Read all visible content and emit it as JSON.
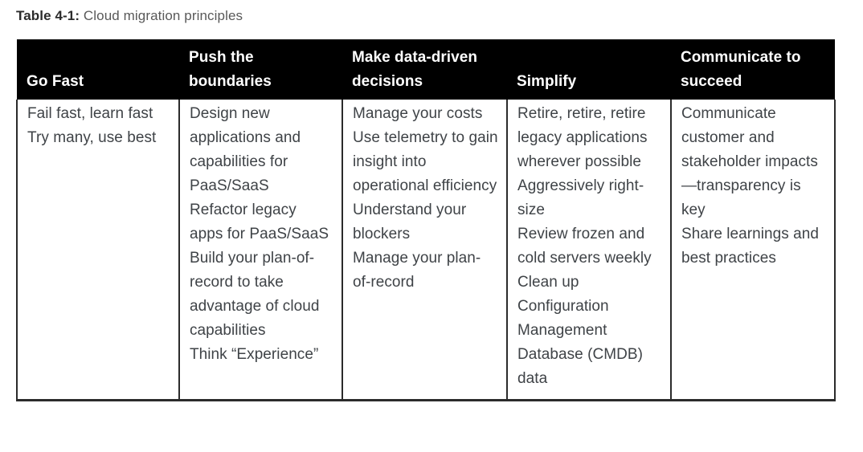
{
  "caption": {
    "label": "Table 4-1:",
    "text": "Cloud migration principles"
  },
  "colors": {
    "header_background": "#000000",
    "header_text": "#ffffff",
    "body_text": "#3f4347",
    "border": "#2b2b2b",
    "caption_label": "#2b2b2b",
    "caption_text": "#595959",
    "page_background": "#ffffff"
  },
  "table": {
    "headers": [
      "Go Fast",
      "Push the boundaries",
      "Make data-driven decisions",
      "Simplify",
      "Communicate to succeed"
    ],
    "columns": [
      {
        "header": "Go Fast",
        "items": [
          "Fail fast, learn fast",
          "Try many, use best"
        ]
      },
      {
        "header": "Push the boundaries",
        "items": [
          "Design new applications and capabilities for PaaS/SaaS",
          "Refactor legacy apps for PaaS/SaaS",
          "Build your plan-of-record to take advantage of cloud capabilities",
          "Think “Experience”"
        ]
      },
      {
        "header": "Make data-driven decisions",
        "items": [
          "Manage your costs",
          "Use telemetry to gain insight into operational efficiency",
          "Understand your blockers",
          "Manage your plan-of-record"
        ]
      },
      {
        "header": "Simplify",
        "items": [
          "Retire, retire, retire legacy applications wherever possible",
          "Aggressively right-size",
          "Review frozen and cold servers weekly",
          "Clean up Configuration Management Database (CMDB) data"
        ]
      },
      {
        "header": "Communicate to succeed",
        "items": [
          "Communicate customer and stakeholder impacts—transparency is key",
          "Share learnings and best practices"
        ]
      }
    ]
  }
}
